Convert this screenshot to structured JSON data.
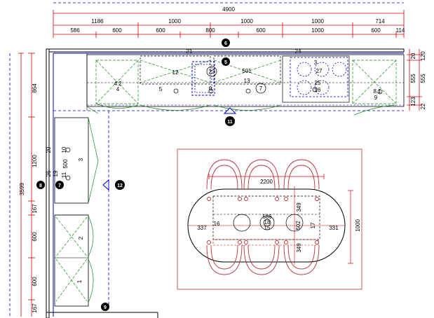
{
  "top_dims": {
    "total": "4900",
    "row2": [
      "1186",
      "1000",
      "1000",
      "1000",
      "714"
    ],
    "row3": [
      "586",
      "600",
      "600",
      "800",
      "600",
      "1000",
      "600",
      "114"
    ]
  },
  "left_dims": {
    "total": "3599",
    "segments": [
      "864",
      "1200",
      "167",
      "600",
      "600",
      "167"
    ]
  },
  "right_dims": [
    "20",
    "120",
    "555",
    "555",
    "123",
    "22"
  ],
  "table_dims": {
    "length": "2200",
    "width": "1000",
    "left": "337",
    "right": "331",
    "top": "349",
    "bottom": "349"
  },
  "markers": [
    "6",
    "5",
    "11",
    "7",
    "8",
    "12",
    "9"
  ],
  "cabinet_labels": {
    "top_run": [
      "21",
      "24",
      "4.2",
      "4",
      "12",
      "5",
      "23",
      "6",
      "501",
      "13",
      "7",
      "3",
      "27",
      "25",
      "26",
      "8.1",
      "9"
    ],
    "left_run": [
      "20",
      "10",
      "19",
      "500",
      "11",
      "26",
      "3",
      "2",
      "1"
    ],
    "table": [
      "586",
      "18",
      "16",
      "15",
      "502",
      "17"
    ]
  },
  "colors": {
    "wall": "#0000cc",
    "dimension": "#d40000",
    "cabinet": "#1a8a1a",
    "chair": "#b83232"
  }
}
